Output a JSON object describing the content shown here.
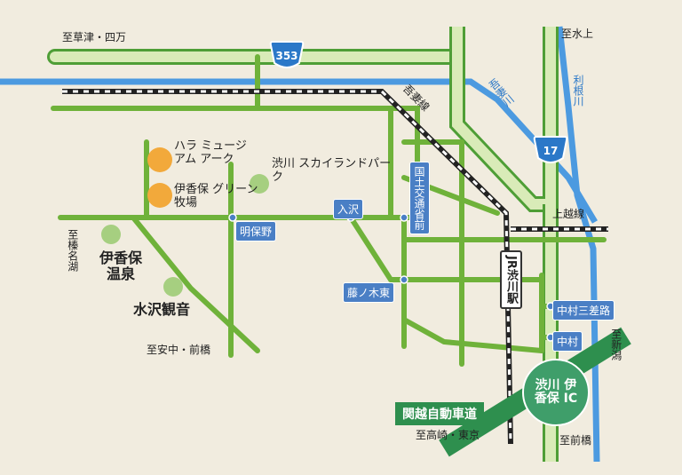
{
  "directions": {
    "kusatsu_shimanto": "至草津・四万",
    "minakami": "至水上",
    "haruna_lake": "至榛名湖",
    "annaka_maebashi": "至安中・前橋",
    "niigata": "至新潟",
    "takasaki_tokyo": "至高崎・東京",
    "maebashi": "至前橋"
  },
  "routes": {
    "r353": "353",
    "r17": "17"
  },
  "rivers": {
    "agatsuma": "吾妻川",
    "tone": "利根川"
  },
  "rail": {
    "agatsuma_line": "吾妻線",
    "joetsu_line": "上越線",
    "jr_station": "JR渋川駅"
  },
  "intersections": {
    "meihono": "明保野",
    "irisawa": "入沢",
    "kokudo_koutsusyou_mae": "国土交通省前",
    "fujinokihigashi": "藤ノ木東",
    "nakamura_sansaro": "中村三差路",
    "nakamura": "中村"
  },
  "places": {
    "hara_museum_arc": "ハラ ミュージアム アーク",
    "ikaho_green_farm": "伊香保 グリーン牧場",
    "shibukawa_skyland_park": "渋川 スカイランドパーク",
    "ikaho_onsen": "伊香保 温泉",
    "mizusawa_kannon": "水沢観音"
  },
  "expressway": {
    "name": "関越自動車道",
    "ic": "渋川 伊香保 IC"
  },
  "colors": {
    "road": "#6fb23a",
    "road_light": "#cfe3a5",
    "river": "#4c9ae0",
    "badge": "#4a7fc5",
    "expressway": "#2e8f4e",
    "poi_orange": "#f2a93b",
    "poi_green": "#a6cf80"
  }
}
